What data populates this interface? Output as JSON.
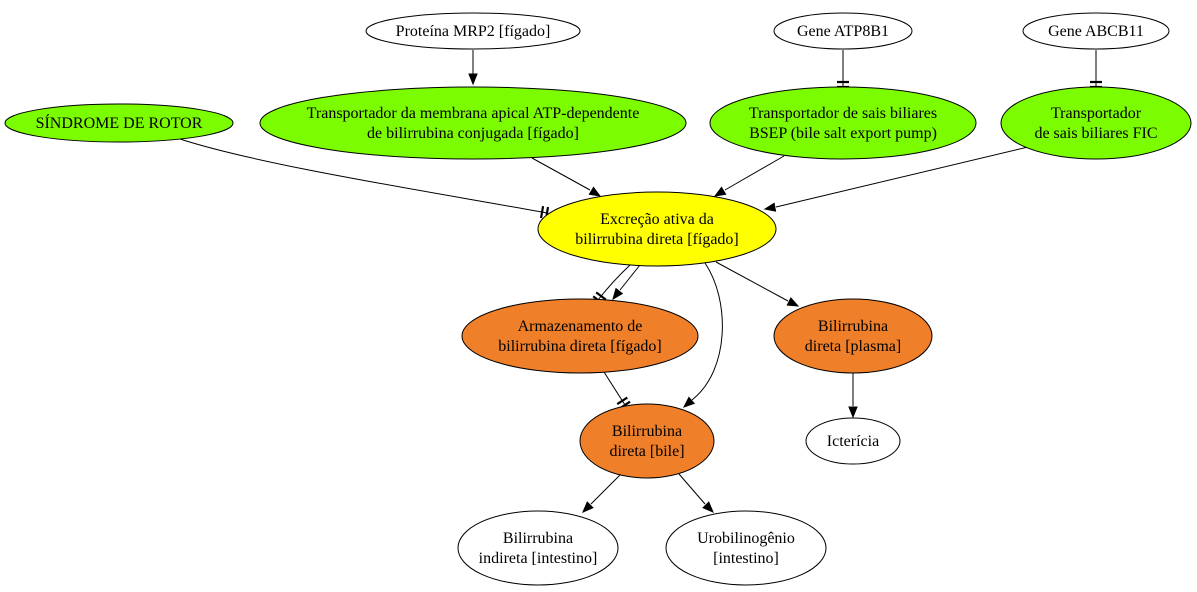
{
  "colors": {
    "green": "#7cfc00",
    "yellow": "#ffff00",
    "orange": "#f07f29",
    "white": "#ffffff"
  },
  "nodes": [
    {
      "id": "mrp2",
      "color": "white",
      "lines": [
        "Proteína MRP2 [fígado]"
      ]
    },
    {
      "id": "atp8b1",
      "color": "white",
      "lines": [
        "Gene ATP8B1"
      ]
    },
    {
      "id": "abcb11",
      "color": "white",
      "lines": [
        "Gene ABCB11"
      ]
    },
    {
      "id": "rotor",
      "color": "green",
      "lines": [
        "SÍNDROME DE ROTOR"
      ]
    },
    {
      "id": "transp_apical",
      "color": "green",
      "lines": [
        "Transportador da membrana apical ATP-dependente",
        "de bilirrubina conjugada [fígado]"
      ]
    },
    {
      "id": "bsep",
      "color": "green",
      "lines": [
        "Transportador de sais biliares",
        "BSEP (bile salt export pump)"
      ]
    },
    {
      "id": "fic",
      "color": "green",
      "lines": [
        "Transportador",
        "de sais biliares FIC"
      ]
    },
    {
      "id": "excrecao",
      "color": "yellow",
      "lines": [
        "Excreção ativa da",
        "bilirrubina direta [fígado]"
      ]
    },
    {
      "id": "armazenamento",
      "color": "orange",
      "lines": [
        "Armazenamento de",
        "bilirrubina direta [fígado]"
      ]
    },
    {
      "id": "plasma",
      "color": "orange",
      "lines": [
        "Bilirrubina",
        "direta [plasma]"
      ]
    },
    {
      "id": "bile",
      "color": "orange",
      "lines": [
        "Bilirrubina",
        "direta [bile]"
      ]
    },
    {
      "id": "ictericia",
      "color": "white",
      "lines": [
        "Icterícia"
      ]
    },
    {
      "id": "indireta",
      "color": "white",
      "lines": [
        "Bilirrubina",
        "indireta [intestino]"
      ]
    },
    {
      "id": "urobilinogenio",
      "color": "white",
      "lines": [
        "Urobilinogênio",
        "[intestino]"
      ]
    }
  ],
  "edges": [
    {
      "id": "mrp2-transp_apical",
      "from": "mrp2",
      "to": "transp_apical",
      "type": "arrow"
    },
    {
      "id": "atp8b1-bsep",
      "from": "atp8b1",
      "to": "bsep",
      "type": "inhibit"
    },
    {
      "id": "abcb11-fic",
      "from": "abcb11",
      "to": "fic",
      "type": "inhibit"
    },
    {
      "id": "rotor-excrecao",
      "from": "rotor",
      "to": "excrecao",
      "type": "inhibit"
    },
    {
      "id": "transp_apical-excrecao",
      "from": "transp_apical",
      "to": "excrecao",
      "type": "arrow"
    },
    {
      "id": "bsep-excrecao",
      "from": "bsep",
      "to": "excrecao",
      "type": "arrow"
    },
    {
      "id": "fic-excrecao",
      "from": "fic",
      "to": "excrecao",
      "type": "arrow"
    },
    {
      "id": "excrecao-armazenamento-a",
      "from": "excrecao",
      "to": "armazenamento",
      "type": "arrow"
    },
    {
      "id": "excrecao-armazenamento-b",
      "from": "excrecao",
      "to": "armazenamento",
      "type": "inhibit"
    },
    {
      "id": "excrecao-bile",
      "from": "excrecao",
      "to": "bile",
      "type": "arrow"
    },
    {
      "id": "excrecao-plasma",
      "from": "excrecao",
      "to": "plasma",
      "type": "arrow"
    },
    {
      "id": "armazenamento-bile",
      "from": "armazenamento",
      "to": "bile",
      "type": "inhibit"
    },
    {
      "id": "plasma-ictericia",
      "from": "plasma",
      "to": "ictericia",
      "type": "arrow"
    },
    {
      "id": "bile-indireta",
      "from": "bile",
      "to": "indireta",
      "type": "arrow"
    },
    {
      "id": "bile-urobilinogenio",
      "from": "bile",
      "to": "urobilinogenio",
      "type": "arrow"
    }
  ]
}
